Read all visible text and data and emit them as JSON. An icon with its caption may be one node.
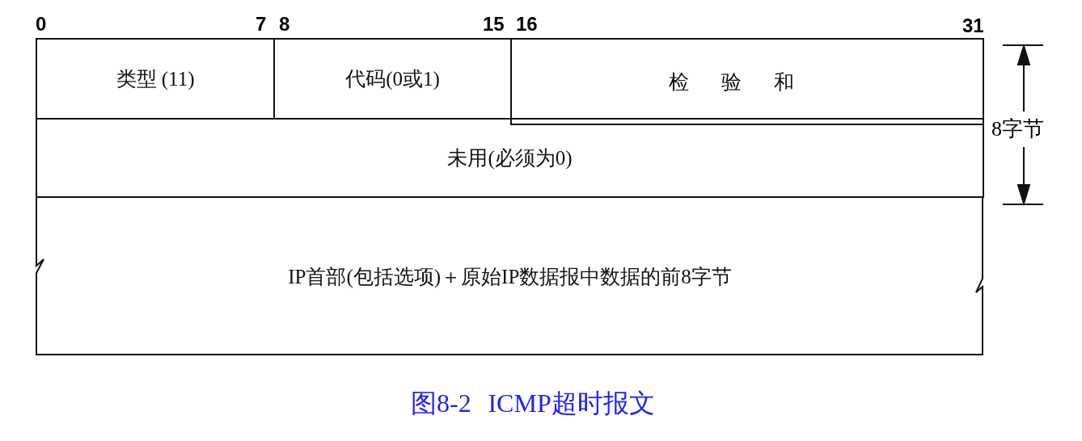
{
  "diagram": {
    "caption": "图8-2 ICMP超时报文",
    "nodes": [
      {
        "text": [
          "类型 (11)"
        ]
      },
      {
        "text": [
          "代码(0或1)"
        ]
      },
      {
        "text": [
          "检验和"
        ]
      },
      {
        "text": [
          "未用(必须为0)"
        ]
      },
      {
        "text": [
          "IP首部(包括选项)＋原始IP数据报中数据的前8字节"
        ]
      }
    ],
    "labels": [
      "0",
      "7",
      "8",
      "15",
      "16",
      "31",
      "8字节"
    ]
  }
}
